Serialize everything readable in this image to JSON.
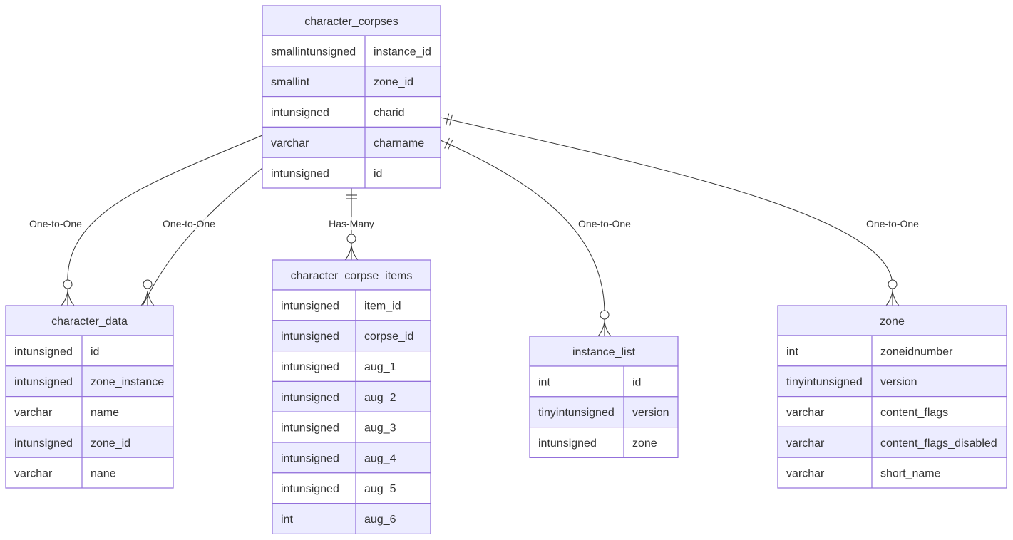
{
  "entities": [
    {
      "id": "character_corpses",
      "title": "character_corpses",
      "attributes": [
        {
          "type": "smallintunsigned",
          "name": "instance_id"
        },
        {
          "type": "smallint",
          "name": "zone_id"
        },
        {
          "type": "intunsigned",
          "name": "charid"
        },
        {
          "type": "varchar",
          "name": "charname"
        },
        {
          "type": "intunsigned",
          "name": "id"
        }
      ]
    },
    {
      "id": "character_data",
      "title": "character_data",
      "attributes": [
        {
          "type": "intunsigned",
          "name": "id"
        },
        {
          "type": "intunsigned",
          "name": "zone_instance"
        },
        {
          "type": "varchar",
          "name": "name"
        },
        {
          "type": "intunsigned",
          "name": "zone_id"
        },
        {
          "type": "varchar",
          "name": "nane"
        }
      ]
    },
    {
      "id": "character_corpse_items",
      "title": "character_corpse_items",
      "attributes": [
        {
          "type": "intunsigned",
          "name": "item_id"
        },
        {
          "type": "intunsigned",
          "name": "corpse_id"
        },
        {
          "type": "intunsigned",
          "name": "aug_1"
        },
        {
          "type": "intunsigned",
          "name": "aug_2"
        },
        {
          "type": "intunsigned",
          "name": "aug_3"
        },
        {
          "type": "intunsigned",
          "name": "aug_4"
        },
        {
          "type": "intunsigned",
          "name": "aug_5"
        },
        {
          "type": "int",
          "name": "aug_6"
        }
      ]
    },
    {
      "id": "instance_list",
      "title": "instance_list",
      "attributes": [
        {
          "type": "int",
          "name": "id"
        },
        {
          "type": "tinyintunsigned",
          "name": "version"
        },
        {
          "type": "intunsigned",
          "name": "zone"
        }
      ]
    },
    {
      "id": "zone",
      "title": "zone",
      "attributes": [
        {
          "type": "int",
          "name": "zoneidnumber"
        },
        {
          "type": "tinyintunsigned",
          "name": "version"
        },
        {
          "type": "varchar",
          "name": "content_flags"
        },
        {
          "type": "varchar",
          "name": "content_flags_disabled"
        },
        {
          "type": "varchar",
          "name": "short_name"
        }
      ]
    }
  ],
  "relationships": [
    {
      "from": "character_corpses",
      "to": "character_data",
      "label": "One-to-One",
      "from_cardinality": "exactly-one",
      "to_cardinality": "zero-or-many"
    },
    {
      "from": "character_corpses",
      "to": "character_data",
      "label": "One-to-One",
      "from_cardinality": "exactly-one",
      "to_cardinality": "zero-or-many"
    },
    {
      "from": "character_corpses",
      "to": "character_corpse_items",
      "label": "Has-Many",
      "from_cardinality": "exactly-one",
      "to_cardinality": "zero-or-many"
    },
    {
      "from": "character_corpses",
      "to": "instance_list",
      "label": "One-to-One",
      "from_cardinality": "exactly-one",
      "to_cardinality": "zero-or-many"
    },
    {
      "from": "character_corpses",
      "to": "zone",
      "label": "One-to-One",
      "from_cardinality": "exactly-one",
      "to_cardinality": "zero-or-many"
    }
  ],
  "colors": {
    "header_fill": "#ECECFF",
    "row_alt_fill": "#ECECFF",
    "border": "#9370DB",
    "text": "#333333",
    "line": "#333333"
  }
}
